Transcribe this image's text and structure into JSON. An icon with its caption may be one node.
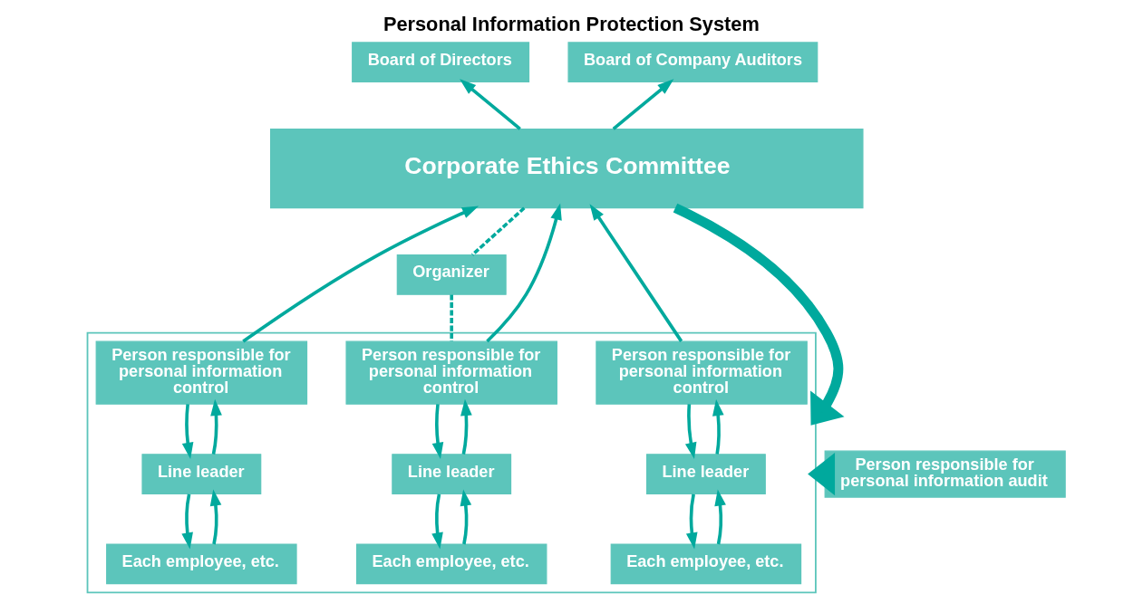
{
  "diagram": {
    "title": "Personal Information Protection System",
    "nodes": [
      {
        "text": [
          "Board of Directors"
        ]
      },
      {
        "text": [
          "Board of Company Auditors"
        ]
      },
      {
        "text": [
          "Corporate Ethics Committee"
        ]
      },
      {
        "text": [
          "Organizer"
        ]
      },
      {
        "text": [],
        "shape": "box"
      },
      {
        "text": [
          "Person responsible for personal information control"
        ],
        "in": 4
      },
      {
        "text": [
          "Line leader"
        ],
        "in": 4
      },
      {
        "text": [
          "Each employee, etc."
        ],
        "in": 4
      },
      {
        "text": [
          "Person responsible for personal information control"
        ],
        "in": 4
      },
      {
        "text": [
          "Line leader"
        ],
        "in": 4
      },
      {
        "text": [
          "Each employee, etc."
        ],
        "in": 4
      },
      {
        "text": [
          "Person responsible for personal information control"
        ],
        "in": 4
      },
      {
        "text": [
          "Line leader"
        ],
        "in": 4
      },
      {
        "text": [
          "Each employee, etc."
        ],
        "in": 4
      },
      {
        "text": [
          "Person responsible for personal information audit"
        ]
      }
    ],
    "edges": [
      {
        "from": 2,
        "to": 0,
        "arrow": "to"
      },
      {
        "from": 2,
        "to": 1,
        "arrow": "to"
      },
      {
        "from": 5,
        "to": 2,
        "arrow": "to"
      },
      {
        "from": 2,
        "to": 4,
        "arrow": "to",
        "style": "thick"
      },
      {
        "from": 8,
        "to": 2,
        "arrow": "to"
      },
      {
        "from": 11,
        "to": 2,
        "arrow": "to"
      },
      {
        "from": 2,
        "to": 3,
        "arrow": "none",
        "style": "dashed"
      },
      {
        "from": 3,
        "to": 11,
        "arrow": "none",
        "style": "dashed"
      },
      {
        "from": 5,
        "to": 6,
        "arrow": "to"
      },
      {
        "from": 6,
        "to": 5,
        "arrow": "to"
      },
      {
        "from": 6,
        "to": 7,
        "arrow": "to"
      },
      {
        "from": 7,
        "to": 6,
        "arrow": "to"
      },
      {
        "from": 8,
        "to": 9,
        "arrow": "to"
      },
      {
        "from": 9,
        "to": 8,
        "arrow": "to"
      },
      {
        "from": 9,
        "to": 10,
        "arrow": "to"
      },
      {
        "from": 10,
        "to": 9,
        "arrow": "to"
      },
      {
        "from": 11,
        "to": 12,
        "arrow": "to"
      },
      {
        "from": 12,
        "to": 11,
        "arrow": "to"
      },
      {
        "from": 12,
        "to": 13,
        "arrow": "to"
      },
      {
        "from": 13,
        "to": 12,
        "arrow": "to"
      },
      {
        "from": 14,
        "to": 4,
        "arrow": "to",
        "style": "thick"
      }
    ]
  }
}
